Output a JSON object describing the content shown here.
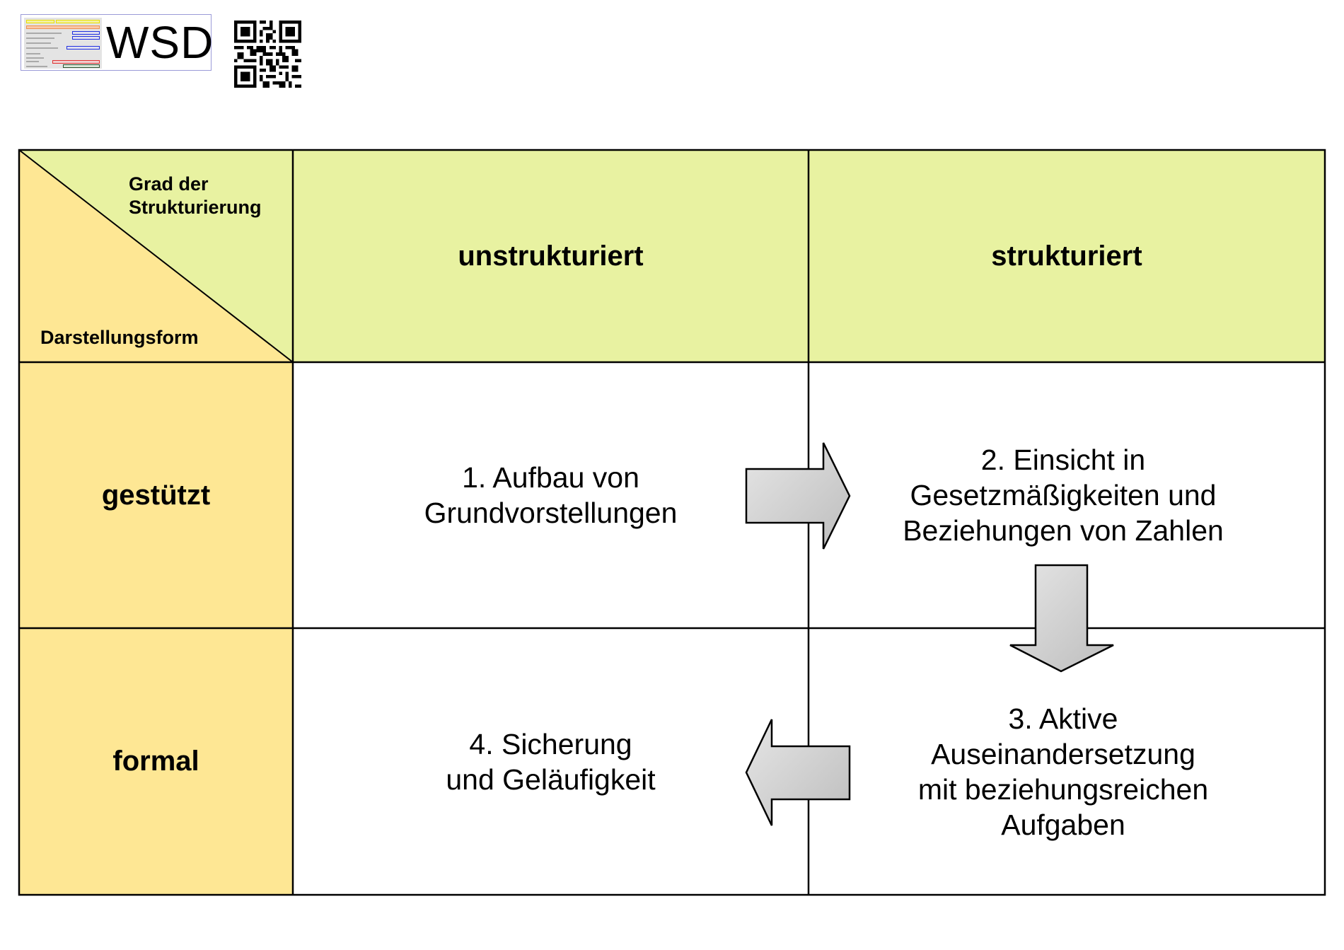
{
  "logo": {
    "text": "WSD",
    "thumbnail_icon": "form-screenshot-thumbnail",
    "qr_icon": "qr-code-icon"
  },
  "matrix": {
    "corner": {
      "top_label": "Grad der\nStrukturierung",
      "bottom_label": "Darstellungsform"
    },
    "columns": [
      {
        "label": "unstrukturiert"
      },
      {
        "label": "strukturiert"
      }
    ],
    "rows": [
      {
        "label": "gestützt"
      },
      {
        "label": "formal"
      }
    ],
    "cells": [
      {
        "row": 0,
        "col": 0,
        "text": "1. Aufbau von\nGrundvorstellungen"
      },
      {
        "row": 0,
        "col": 1,
        "text": "2. Einsicht in\nGesetzmäßigkeiten und\nBeziehungen von Zahlen"
      },
      {
        "row": 1,
        "col": 1,
        "text": "3. Aktive\nAuseinandersetzung\nmit beziehungsreichen\nAufgaben"
      },
      {
        "row": 1,
        "col": 0,
        "text": "4. Sicherung\nund Geläufigkeit"
      }
    ],
    "arrows": [
      {
        "from": "1",
        "to": "2",
        "direction": "right"
      },
      {
        "from": "2",
        "to": "3",
        "direction": "down"
      },
      {
        "from": "3",
        "to": "4",
        "direction": "left"
      }
    ]
  },
  "colors": {
    "header_green": "#e8f2a1",
    "row_yellow": "#fee794",
    "arrow_light": "#e6e6e6",
    "arrow_dark": "#bdbdbd",
    "border": "#000000"
  }
}
